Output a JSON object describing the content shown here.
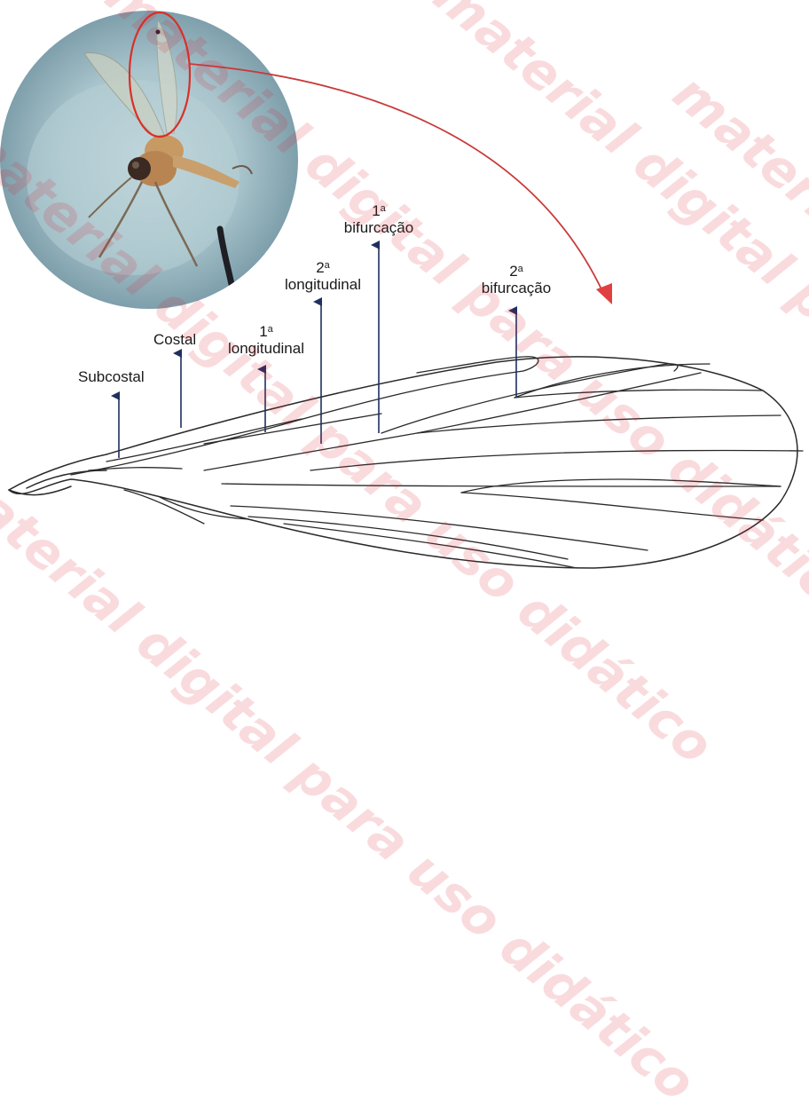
{
  "labels": {
    "subcostal": "Subcostal",
    "costal": "Costal",
    "long1_ord": "1",
    "long1_sup": "a",
    "long1_word": "longitudinal",
    "long2_ord": "2",
    "long2_sup": "a",
    "long2_word": "longitudinal",
    "bif1_ord": "1",
    "bif1_sup": "a",
    "bif1_word": "bifurcação",
    "bif2_ord": "2",
    "bif2_sup": "a",
    "bif2_word": "bifurcação"
  },
  "watermark": {
    "text_1": "material digital para uso didático",
    "text_2": "material digital para uso didático",
    "text_3": "material digital para uso didático",
    "text_4": "material digital para uso didático",
    "text_5": "material digital para uso didático"
  },
  "colors": {
    "arrow_navy": "#1f2f5f",
    "highlight_red": "#d9302a",
    "watermark_red": "#dc1e32",
    "wing_line": "#2a2a2a"
  }
}
